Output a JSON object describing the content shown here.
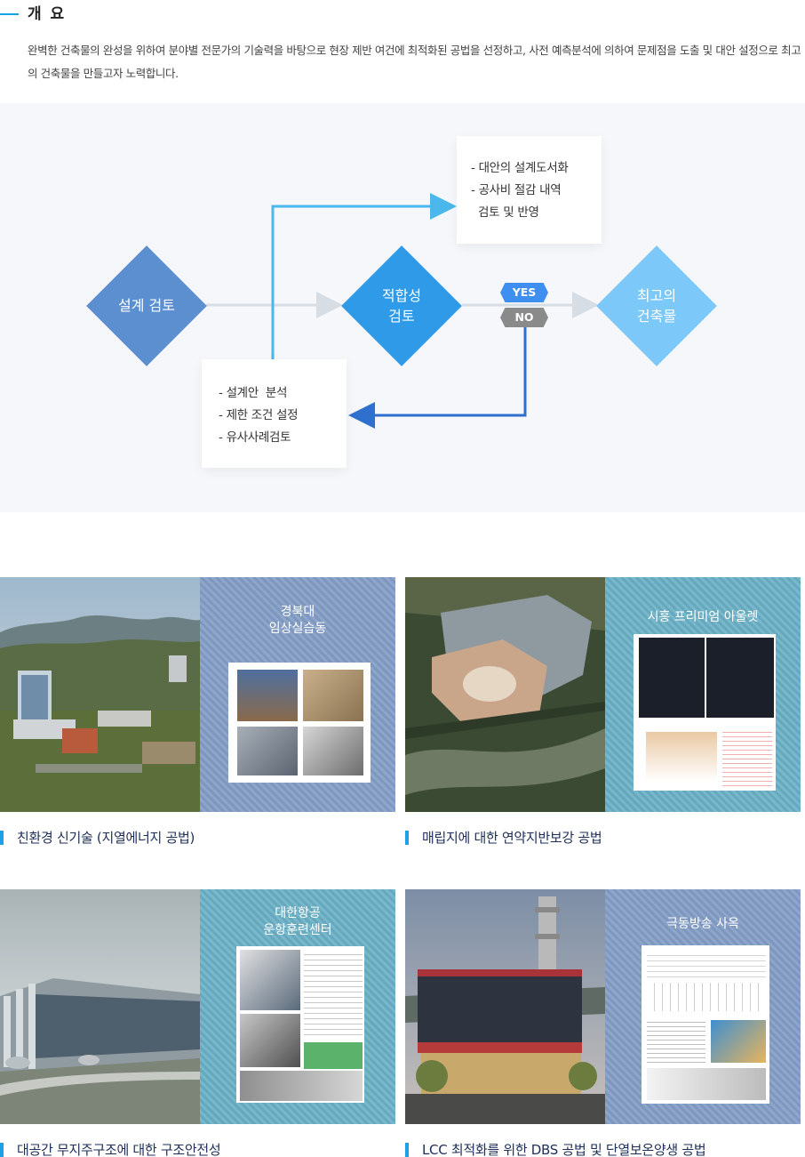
{
  "overview": {
    "title": "개 요",
    "description": "완벽한 건축물의 완성을 위하여 분야별 전문가의 기술력을 바탕으로 현장 제반 여건에 최적화된 공법을 선정하고, 사전 예측분석에 의하여 문제점을 도출 및 대안 설정으로 최고의 건축물을 만들고자 노력합니다."
  },
  "flow": {
    "design_review": "설계 검토",
    "fitness_review": [
      "적합성",
      "검토"
    ],
    "best_building": [
      "최고의",
      "건축물"
    ],
    "yes_label": "YES",
    "no_label": "NO",
    "top_box": [
      "- 대안의 설계도서화",
      "- 공사비 절감 내역",
      "  검토 및 반영"
    ],
    "bottom_box": [
      "- 설계안  분석",
      "- 제한 조건 설정",
      "- 유사사례검토"
    ],
    "colors": {
      "design_review": "#5b8fd0",
      "fitness_review": "#2f9ae8",
      "best_building": "#7cc8f8",
      "yes": "#3f8ff0",
      "no": "#8a8a8a",
      "arrow_up": "#4ab8ec",
      "arrow_back": "#2f6fce",
      "line": "#d7dde4"
    }
  },
  "projects": [
    {
      "site": [
        "경북대",
        "임상실습동"
      ],
      "caption": "친환경 신기술 (지열에너지 공법)",
      "photo_desc": "hospital-campus-photo",
      "stripe": [
        "#7e97bf",
        "#8fa6cb"
      ]
    },
    {
      "site": [
        "시흥 프리미엄 아울렛"
      ],
      "caption": "매립지에 대한 연약지반보강 공법",
      "photo_desc": "outlet-aerial-photo",
      "stripe": [
        "#66a9bf",
        "#79b7ca"
      ]
    },
    {
      "site": [
        "대한항공",
        "운항훈련센터"
      ],
      "caption": "대공간 무지주구조에 대한 구조안전성",
      "photo_desc": "training-center-photo",
      "stripe": [
        "#66a9bf",
        "#79b7ca"
      ]
    },
    {
      "site": [
        "극동방송 사옥"
      ],
      "caption": "LCC 최적화를 위한 DBS 공법 및 단열보온양생 공법",
      "photo_desc": "broadcast-building-photo",
      "stripe": [
        "#7e97bf",
        "#8fa6cb"
      ]
    }
  ]
}
